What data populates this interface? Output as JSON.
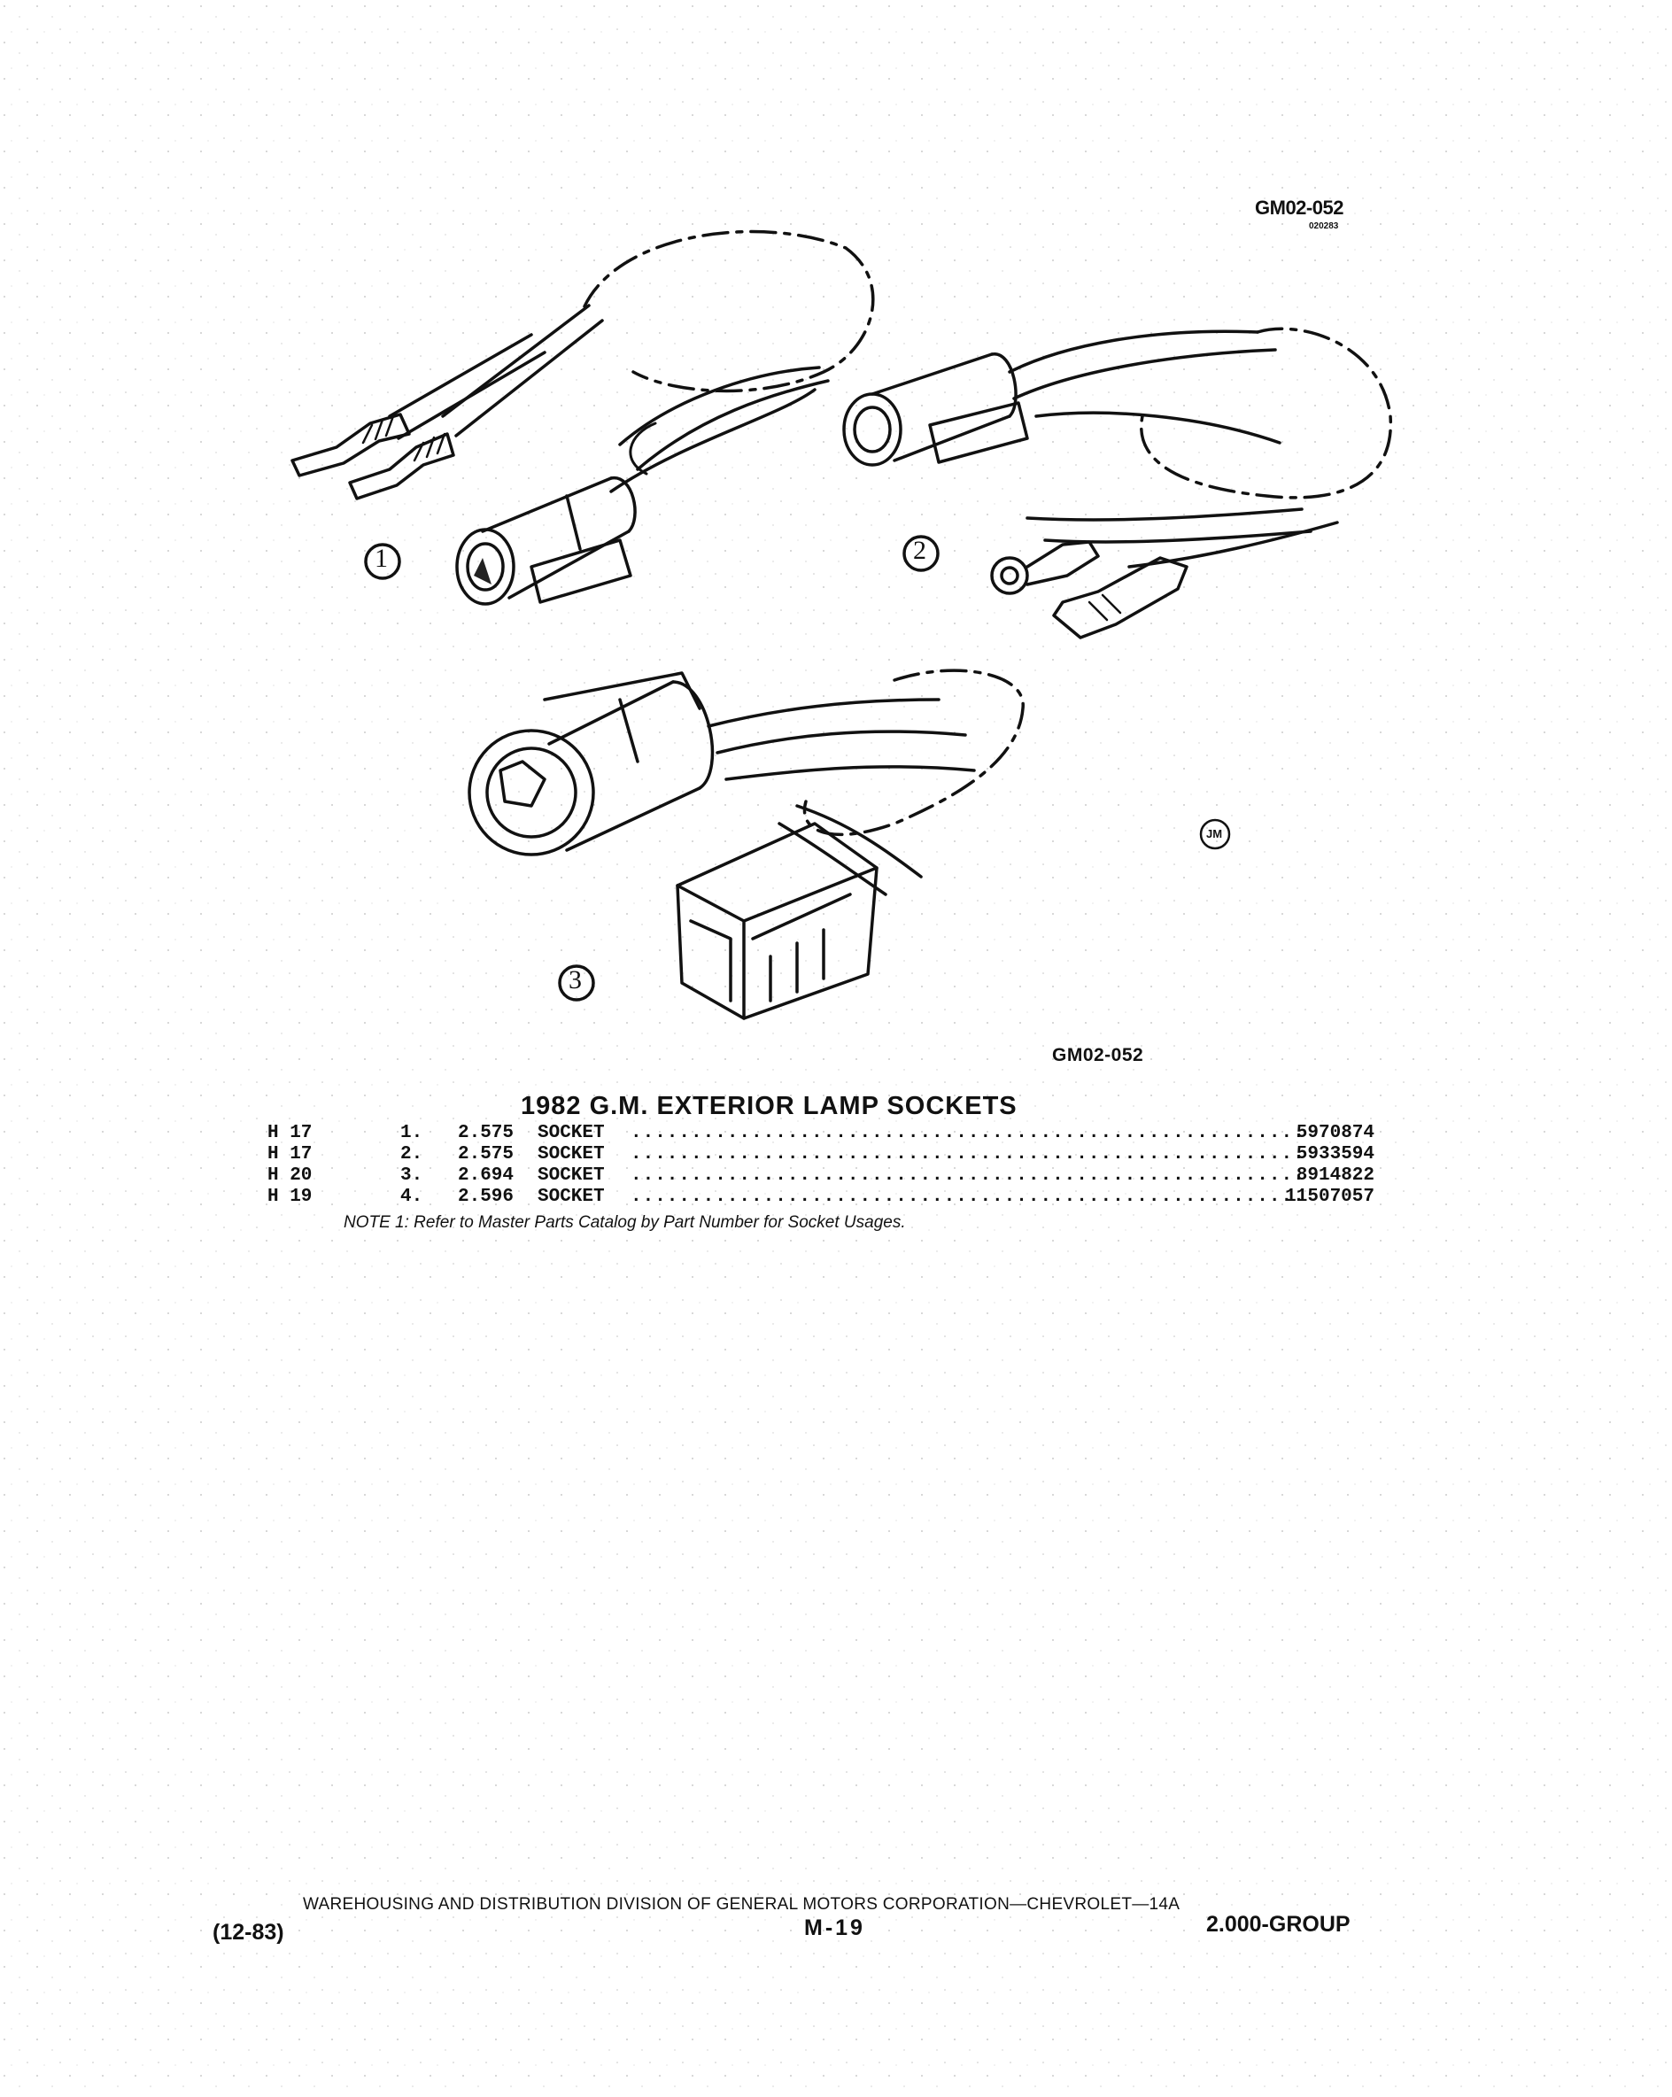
{
  "header": {
    "drawing_code": "GM02-052",
    "drawing_subcode": "020283"
  },
  "figure": {
    "callouts": [
      "1",
      "2",
      "3"
    ],
    "artist_mark": "JM",
    "figure_code": "GM02-052"
  },
  "parts_list": {
    "title": "1982 G.M. EXTERIOR LAMP SOCKETS",
    "rows": [
      {
        "ref": "H 17",
        "num": "1.",
        "group": "2.575",
        "name": "SOCKET",
        "part_number": "5970874"
      },
      {
        "ref": "H 17",
        "num": "2.",
        "group": "2.575",
        "name": "SOCKET",
        "part_number": "5933594"
      },
      {
        "ref": "H 20",
        "num": "3.",
        "group": "2.694",
        "name": "SOCKET",
        "part_number": "8914822"
      },
      {
        "ref": "H 19",
        "num": "4.",
        "group": "2.596",
        "name": "SOCKET",
        "part_number": "11507057"
      }
    ],
    "note": "NOTE 1: Refer to Master Parts Catalog by Part Number for Socket Usages."
  },
  "footer": {
    "division": "WAREHOUSING AND DISTRIBUTION DIVISION OF GENERAL MOTORS CORPORATION—CHEVROLET—14A",
    "date": "(12-83)",
    "page": "M-19",
    "group": "2.000-GROUP"
  }
}
